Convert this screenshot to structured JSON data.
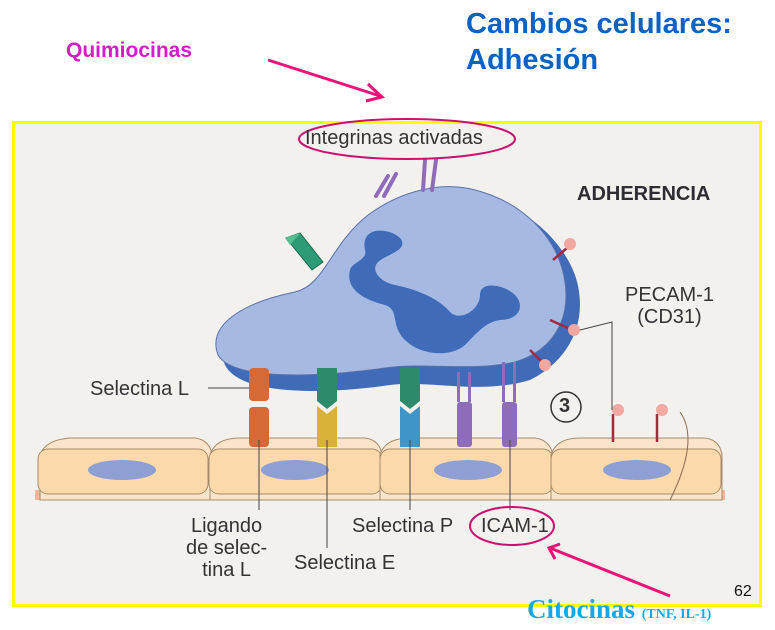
{
  "slide": {
    "title": "Cambios celulares:\nAdhesión",
    "chemokines_label": "Quimiocinas",
    "cytokines_label": "Citocinas",
    "cytokines_examples": "(TNF, IL-1)",
    "page_number": "62"
  },
  "figure": {
    "stage_title": "ADHERENCIA",
    "step_number": "3",
    "labels": {
      "activated_integrins": "Integrinas activadas",
      "pecam": "PECAM-1\n(CD31)",
      "selectin_l": "Selectina L",
      "selectin_l_ligand": "Ligando\nde selec-\ntina L",
      "selectin_e": "Selectina E",
      "selectin_p": "Selectina P",
      "icam": "ICAM-1"
    }
  },
  "colors": {
    "title": "#0a63c4",
    "chemokines": "#d41cc8",
    "cytokines": "#12a9e8",
    "highlight_ellipse": "#cc1070",
    "arrow": "#ee1177",
    "frame": "#ffff00",
    "leukocyte": "#a5b9e2",
    "leukocyte_nucleus": "#3f6bb8",
    "endothelium": "#fcd9ab",
    "basement": "#f6b49c"
  }
}
